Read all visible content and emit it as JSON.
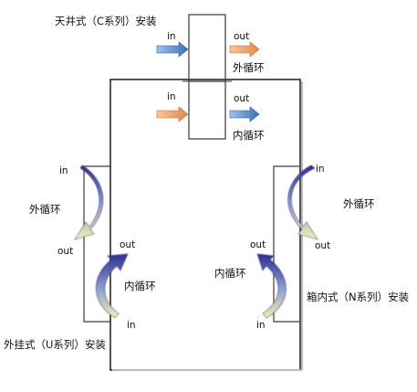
{
  "labels": {
    "ceiling_install": "天井式（C系列）安装",
    "wall_install": "外挂式（U系列）安装",
    "cabinet_install": "箱内式（N系列）安装"
  },
  "ceiling_unit": {
    "upper_in": "in",
    "upper_out": "out",
    "upper_loop": "外循环",
    "lower_in": "in",
    "lower_out": "out",
    "lower_loop": "内循环"
  },
  "left_unit": {
    "outer_in": "in",
    "outer_loop": "外循环",
    "outer_out": "out",
    "inner_out": "out",
    "inner_loop": "内循环",
    "inner_in": "in"
  },
  "right_unit": {
    "outer_in": "in",
    "outer_loop": "外循环",
    "outer_out": "out",
    "inner_out": "out",
    "inner_loop": "内循环",
    "inner_in": "in"
  },
  "colors": {
    "intake_arrow": "#3f6fb5",
    "exhaust_arrow": "#e08a4a",
    "curve_top": "#2f2f8f",
    "curve_bottom": "#f4f1a6"
  }
}
